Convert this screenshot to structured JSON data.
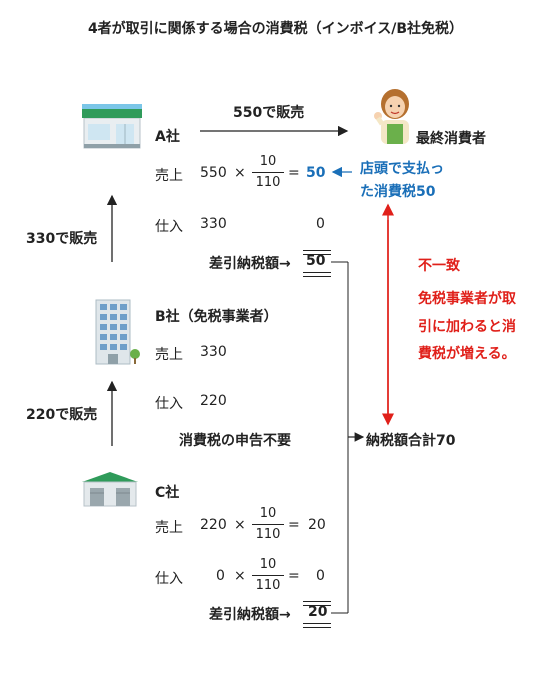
{
  "title": "4者が取引に関係する場合の消費税（インボイス/B社免税）",
  "arrows": {
    "sale_550": "550で販売",
    "sale_330": "330で販売",
    "sale_220": "220で販売"
  },
  "consumer": {
    "label": "最終消費者",
    "note_line1": "店頭で支払っ",
    "note_line2": "た消費税50"
  },
  "company_a": {
    "name": "A社",
    "sales_label": "売上",
    "sales_value": "550",
    "times": "×",
    "frac_num": "10",
    "frac_den": "110",
    "equals": "=",
    "sales_tax": "50",
    "purchase_label": "仕入",
    "purchase_value": "330",
    "purchase_tax": "0",
    "net_label": "差引納税額→",
    "net_value": "50"
  },
  "company_b": {
    "name": "B社（免税事業者）",
    "sales_label": "売上",
    "sales_value": "330",
    "purchase_label": "仕入",
    "purchase_value": "220",
    "note": "消費税の申告不要"
  },
  "company_c": {
    "name": "C社",
    "sales_label": "売上",
    "sales_value": "220",
    "times": "×",
    "frac_num": "10",
    "frac_den": "110",
    "equals": "=",
    "sales_tax": "20",
    "purchase_label": "仕入",
    "purchase_value": "0",
    "purchase_frac_num": "10",
    "purchase_frac_den": "110",
    "purchase_tax": "0",
    "net_label": "差引納税額→",
    "net_value": "20"
  },
  "mismatch": {
    "line1": "不一致",
    "line2": "免税事業者が取",
    "line3": "引に加わると消",
    "line4": "費税が増える。"
  },
  "total_label": "納税額合計70",
  "colors": {
    "blue": "#1a6fb8",
    "red": "#e0201a"
  }
}
